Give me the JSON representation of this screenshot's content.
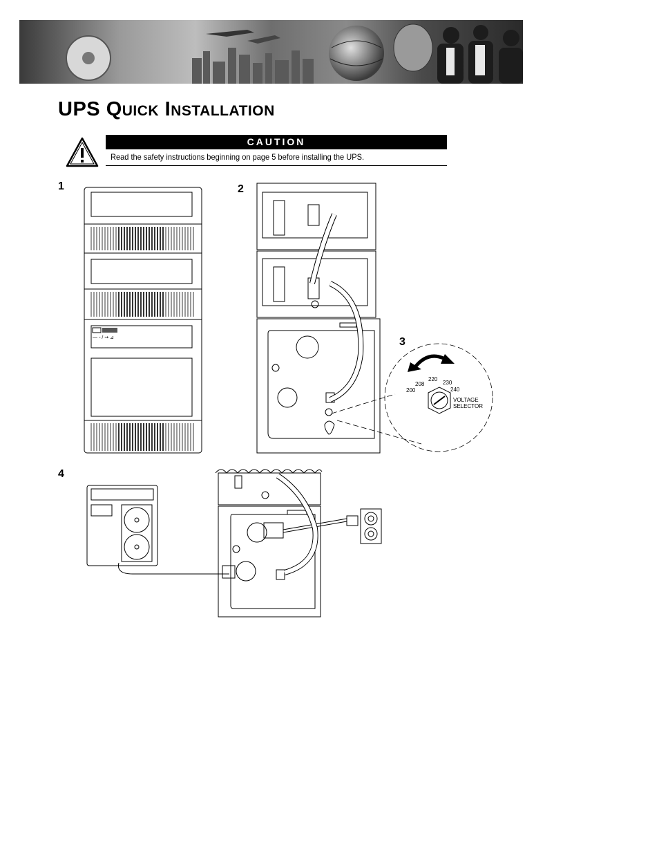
{
  "page": {
    "title_main": "UPS",
    "title_q": "Q",
    "title_uick": "UICK",
    "title_i": "I",
    "title_nstallation": "NSTALLATION"
  },
  "caution": {
    "label": "CAUTION",
    "text": "Read the safety instructions beginning on page 5 before installing the UPS."
  },
  "steps": [
    "1",
    "2",
    "3",
    "4"
  ],
  "voltage_selector": {
    "values": [
      "200",
      "208",
      "220",
      "230",
      "240"
    ],
    "label_line1": "VOLTAGE",
    "label_line2": "SELECTOR"
  }
}
